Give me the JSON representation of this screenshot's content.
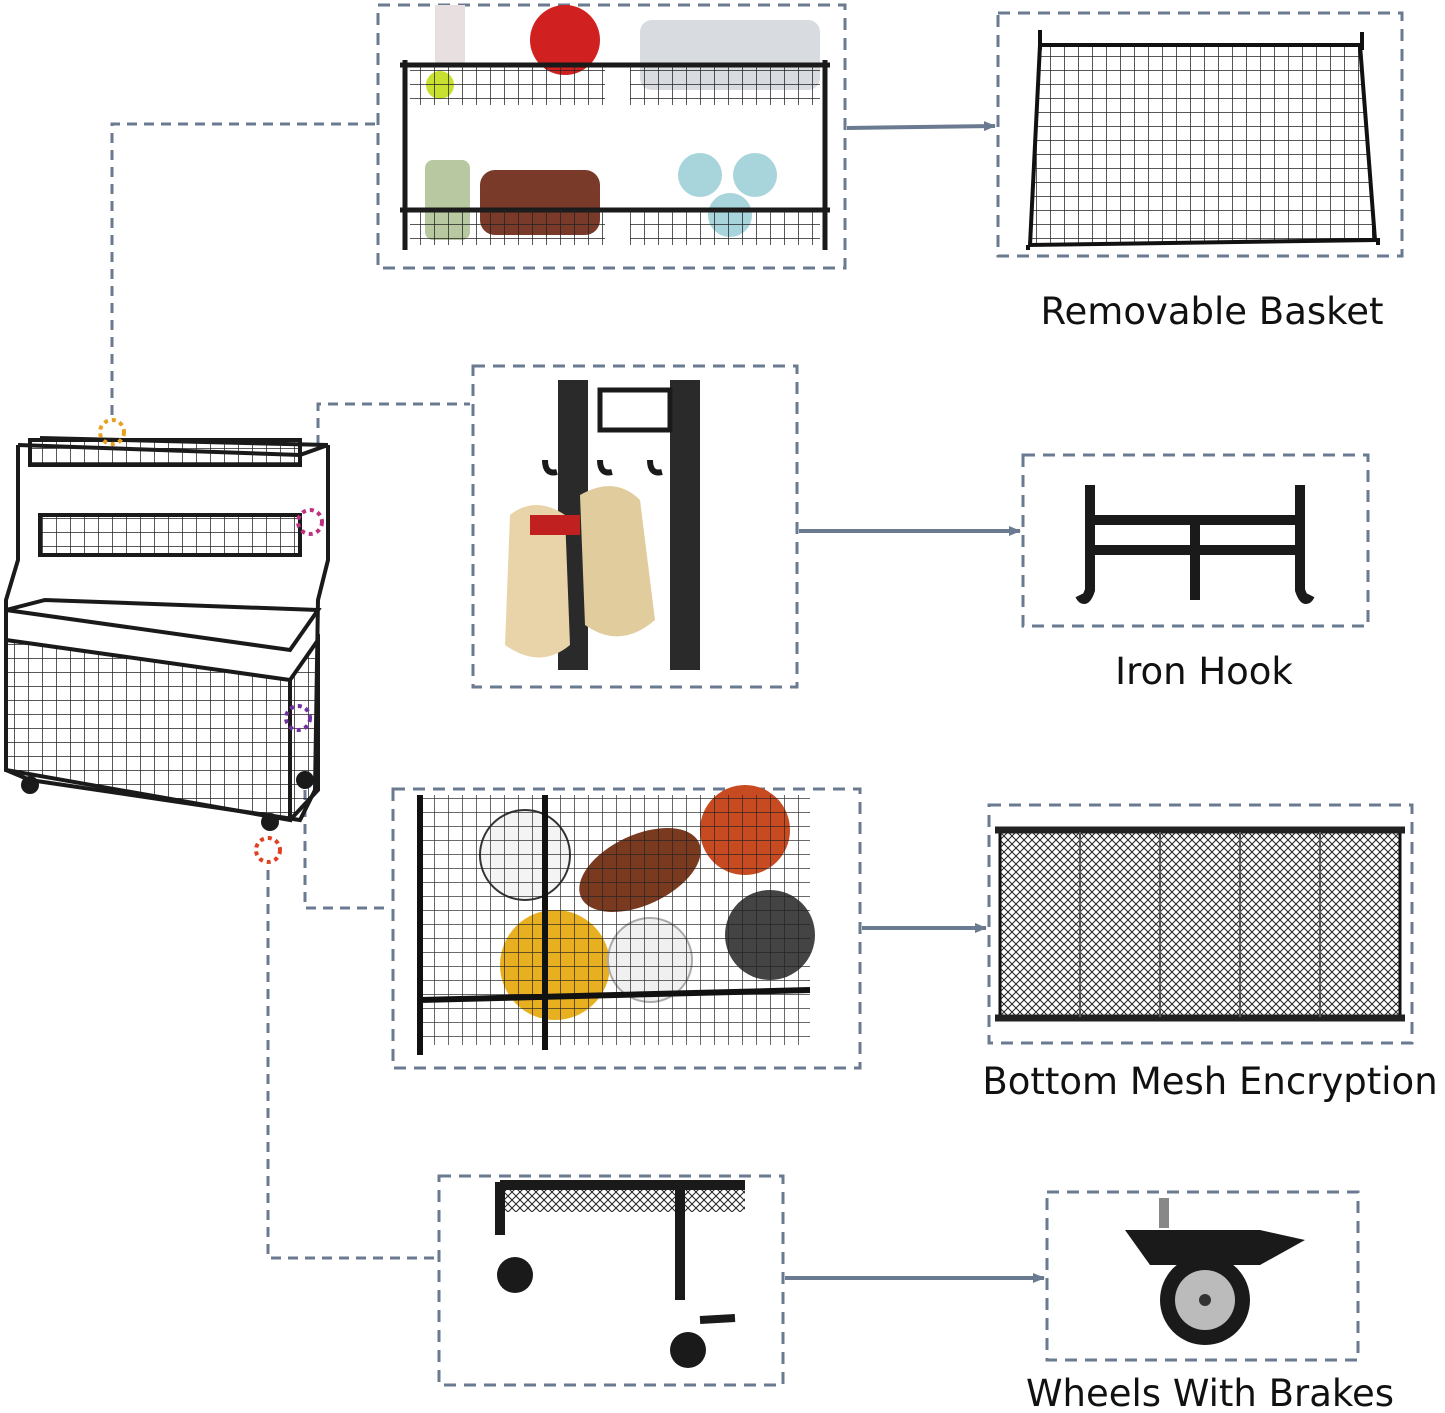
{
  "colors": {
    "connector": "#6a7a90",
    "frame": "#1a1a1a",
    "background": "#ffffff"
  },
  "features": [
    {
      "label": "Removable Basket",
      "icon": "wire-basket-icon"
    },
    {
      "label": "Iron Hook",
      "icon": "double-hook-icon"
    },
    {
      "label": "Bottom Mesh Encryption",
      "icon": "mesh-panel-icon"
    },
    {
      "label": "Wheels With Brakes",
      "icon": "caster-wheel-icon"
    }
  ]
}
